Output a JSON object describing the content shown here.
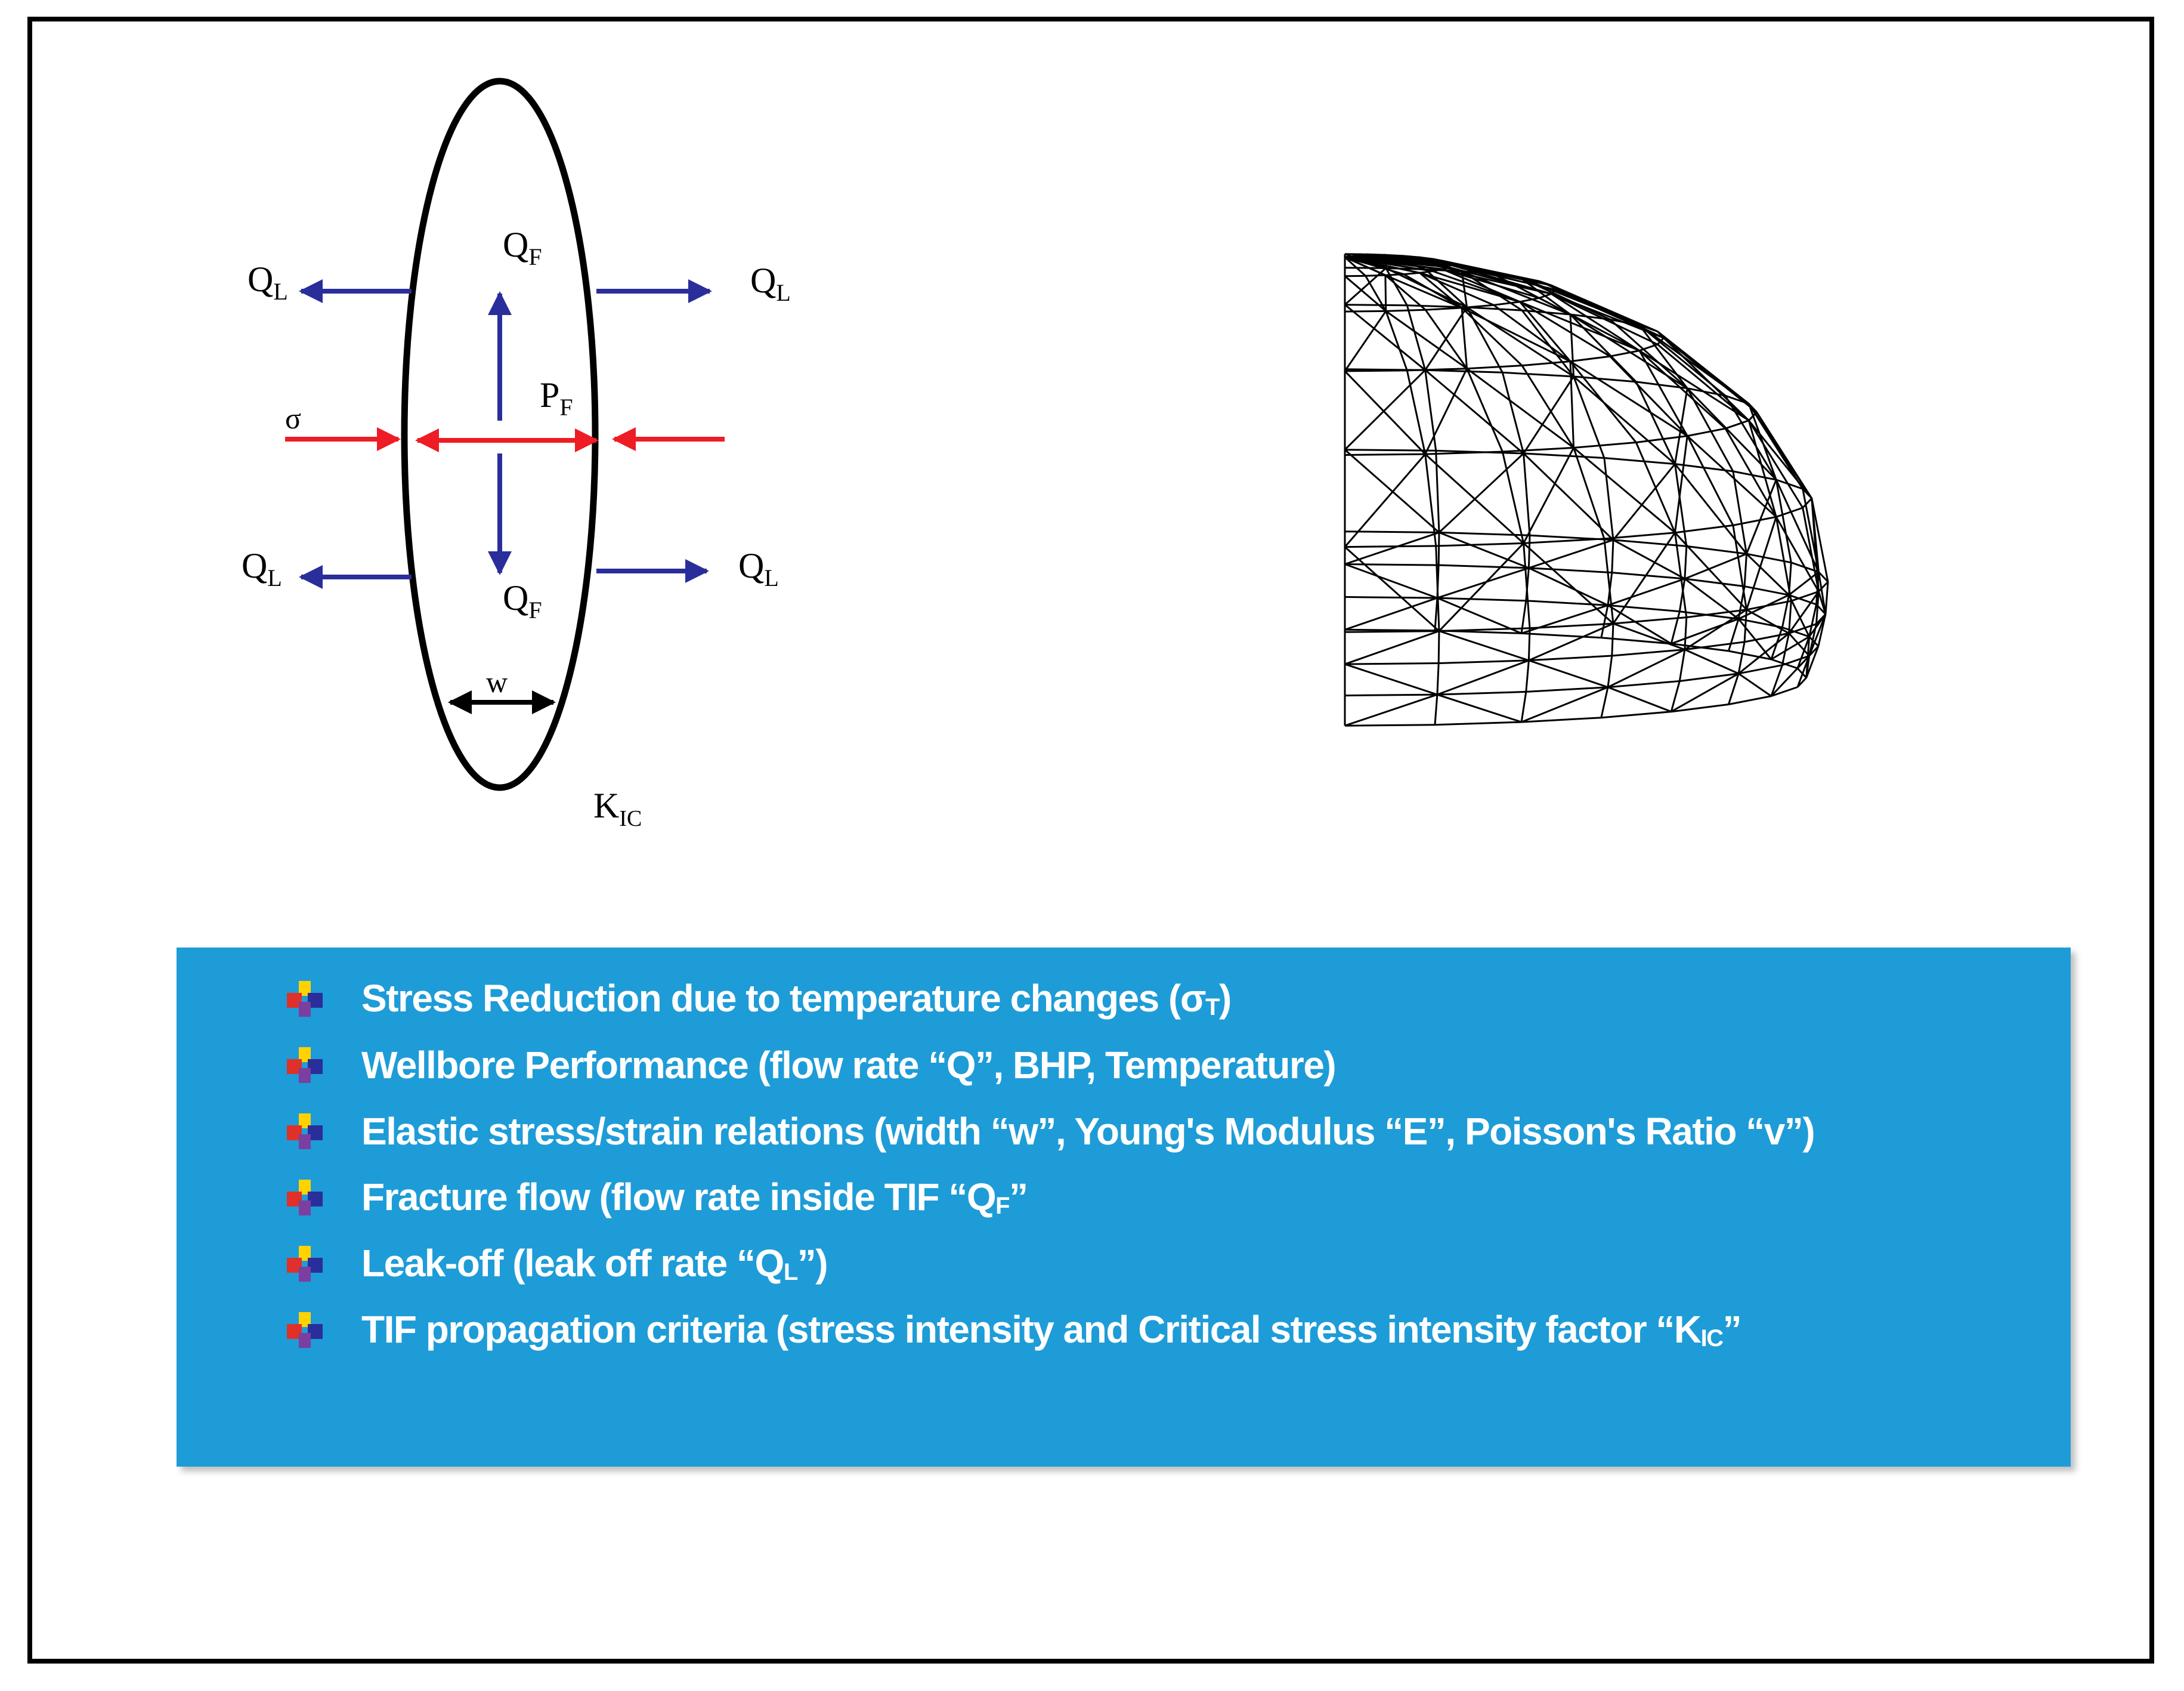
{
  "colors": {
    "panel": "#1e9cd7",
    "arrow_blue": "#2a2e9a",
    "arrow_red": "#ee1c24",
    "line": "#000000"
  },
  "diagram": {
    "labels": {
      "ql_top_left": "Q",
      "ql_top_left_sub": "L",
      "ql_top_right": "Q",
      "ql_top_right_sub": "L",
      "ql_bottom_left": "Q",
      "ql_bottom_left_sub": "L",
      "ql_bottom_right": "Q",
      "ql_bottom_right_sub": "L",
      "qf_top": "Q",
      "qf_top_sub": "F",
      "qf_bottom": "Q",
      "qf_bottom_sub": "F",
      "pf": "P",
      "pf_sub": "F",
      "sigma": "σ",
      "width": "w",
      "kic": "K",
      "kic_sub": "IC"
    }
  },
  "criteria": {
    "bullet_icon": "colored-diamond-bullet-icon",
    "items": [
      {
        "text": "Stress Reduction due to temperature changes (σ",
        "sub": "T",
        "after": ")"
      },
      {
        "text": "Wellbore Performance (flow rate “Q”, BHP, Temperature)",
        "sub": "",
        "after": ""
      },
      {
        "text": "Elastic stress/strain relations (width “w”, Young's Modulus “E”, Poisson's Ratio “v”)",
        "sub": "",
        "after": ""
      },
      {
        "text": "Fracture flow (flow rate inside TIF “Q",
        "sub": "F",
        "after": "”"
      },
      {
        "text": "Leak-off (leak off rate “Q",
        "sub": "L",
        "after": "”)"
      },
      {
        "text": "TIF propagation criteria (stress intensity and Critical stress intensity factor “K",
        "sub": "IC",
        "after": "”"
      }
    ]
  }
}
